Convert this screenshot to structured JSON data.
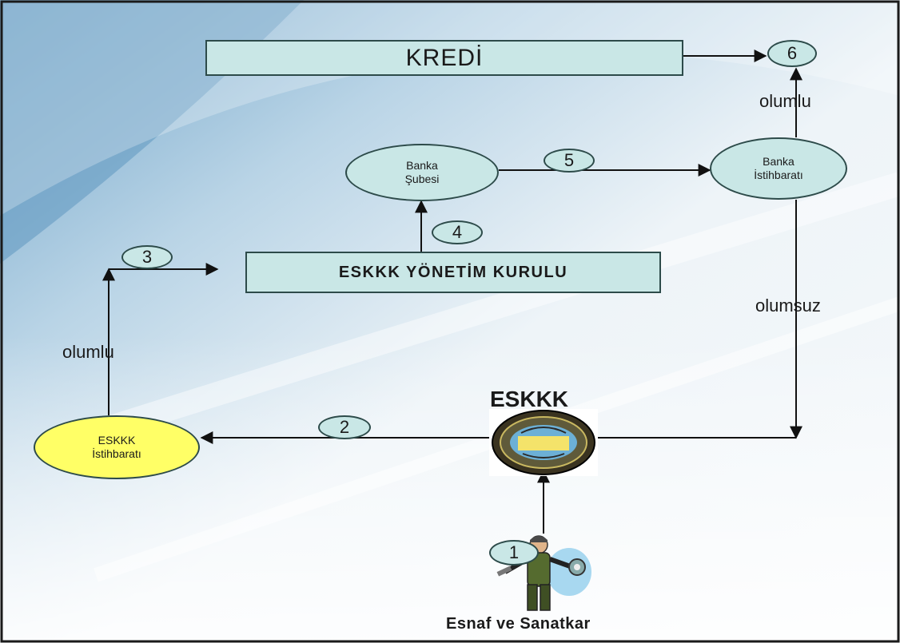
{
  "nodes": {
    "kredi": "KREDİ",
    "yonetim_kurulu": "ESKKK YÖNETİM KURULU",
    "banka_subesi": [
      "Banka",
      "Şubesi"
    ],
    "banka_istihbarati": [
      "Banka",
      "İstihbaratı"
    ],
    "eskkk_istihbarati": [
      "ESKKK",
      "İstihbaratı"
    ],
    "eskkk_title": "ESKKK",
    "esnaf": "Esnaf ve Sanatkar"
  },
  "steps": [
    "1",
    "2",
    "3",
    "4",
    "5",
    "6"
  ],
  "edge_labels": {
    "olumlu_right": "olumlu",
    "olumlu_left": "olumlu",
    "olumsuz": "olumsuz"
  },
  "colors": {
    "box_fill": "#c9e7e6",
    "box_stroke": "#2d4b4a",
    "highlight_fill": "#ffff66",
    "arrow": "#111111"
  },
  "icons": {
    "eskkk_logo": "eskkk-seal-icon",
    "craftsman": "craftsman-with-wrench-icon"
  }
}
